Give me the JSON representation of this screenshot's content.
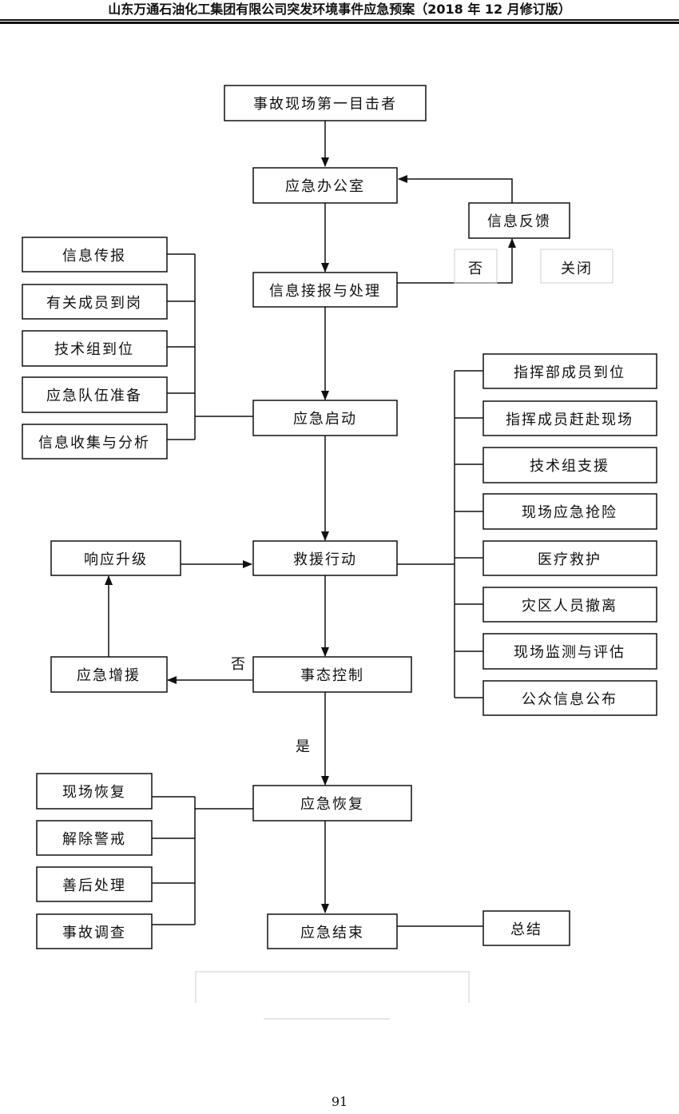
{
  "header": {
    "title": "山东万通石油化工集团有限公司突发环境事件应急预案（2018 年 12 月修订版）"
  },
  "page_number": "91",
  "flow": {
    "witness": "事故现场第一目击者",
    "office": "应急办公室",
    "feedback": "信息反馈",
    "report": "信息接报与处理",
    "no_1": "否",
    "close": "关闭",
    "start": "应急启动",
    "rescue": "救援行动",
    "upgrade": "响应升级",
    "reinforce": "应急增援",
    "no_2": "否",
    "control": "事态控制",
    "yes": "是",
    "recovery": "应急恢复",
    "end": "应急结束",
    "summary": "总结",
    "prep_items": [
      "信息传报",
      "有关成员到岗",
      "技术组到位",
      "应急队伍准备",
      "信息收集与分析"
    ],
    "action_items": [
      "指挥部成员到位",
      "指挥成员赶赴现场",
      "技术组支援",
      "现场应急抢险",
      "医疗救护",
      "灾区人员撤离",
      "现场监测与评估",
      "公众信息公布"
    ],
    "recovery_items": [
      "现场恢复",
      "解除警戒",
      "善后处理",
      "事故调查"
    ]
  }
}
